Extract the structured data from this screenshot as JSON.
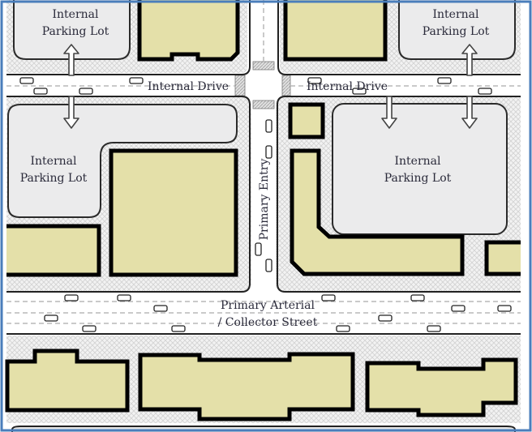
{
  "labels": {
    "lot_top_left": [
      "Internal",
      "Parking Lot"
    ],
    "lot_top_right": [
      "Internal",
      "Parking Lot"
    ],
    "lot_mid_left": [
      "Internal",
      "Parking Lot"
    ],
    "lot_mid_right": [
      "Internal",
      "Parking Lot"
    ],
    "drive_left": "Internal Drive",
    "drive_right": "Internal Drive",
    "primary_entry": "Primary Entry",
    "arterial": [
      "Primary Arterial",
      "/ Collector Street"
    ]
  },
  "colors": {
    "frame": "#4a7ebb",
    "building": "#e4e0a9",
    "parking": "#ebebec",
    "sidewalk": "#e6e6e6"
  }
}
